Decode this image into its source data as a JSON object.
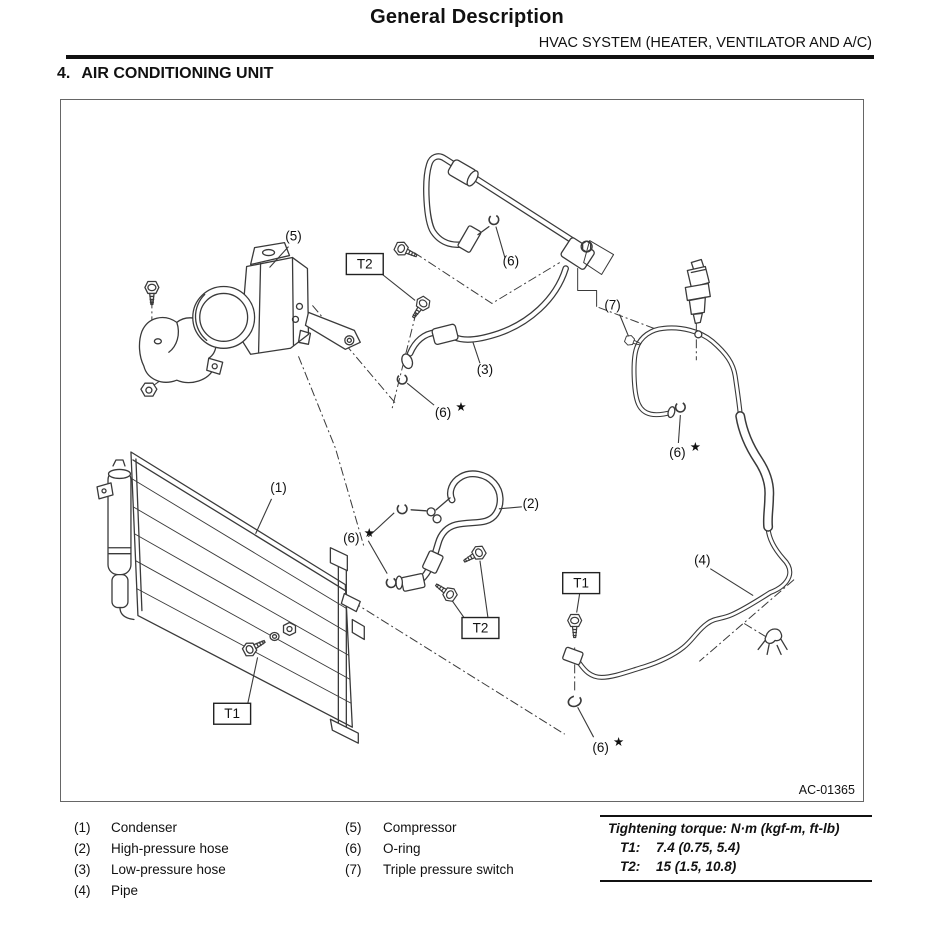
{
  "page": {
    "title": "General Description",
    "subtitle": "HVAC SYSTEM (HEATER, VENTILATOR AND A/C)",
    "section_number": "4.",
    "section_title": "AIR CONDITIONING UNIT",
    "figure_code": "AC-01365"
  },
  "diagram": {
    "labels": {
      "p1": "(1)",
      "p2": "(2)",
      "p3": "(3)",
      "p4": "(4)",
      "p5": "(5)",
      "p6": "(6)",
      "p7": "(7)",
      "t1": "T1",
      "t2": "T2",
      "star": "★"
    }
  },
  "legend": {
    "items": [
      {
        "num": "(1)",
        "label": "Condenser"
      },
      {
        "num": "(2)",
        "label": "High-pressure hose"
      },
      {
        "num": "(3)",
        "label": "Low-pressure hose"
      },
      {
        "num": "(4)",
        "label": "Pipe"
      },
      {
        "num": "(5)",
        "label": "Compressor"
      },
      {
        "num": "(6)",
        "label": "O-ring"
      },
      {
        "num": "(7)",
        "label": "Triple pressure switch"
      }
    ]
  },
  "torque": {
    "title": "Tightening torque: N·m (kgf-m, ft-lb)",
    "rows": [
      {
        "key": "T1:",
        "value": "7.4 (0.75, 5.4)"
      },
      {
        "key": "T2:",
        "value": "15 (1.5, 10.8)"
      }
    ]
  },
  "colors": {
    "ink": "#111111",
    "line_art": "#3a3a3a",
    "page_bg": "#ffffff",
    "frame_border": "#666666"
  }
}
